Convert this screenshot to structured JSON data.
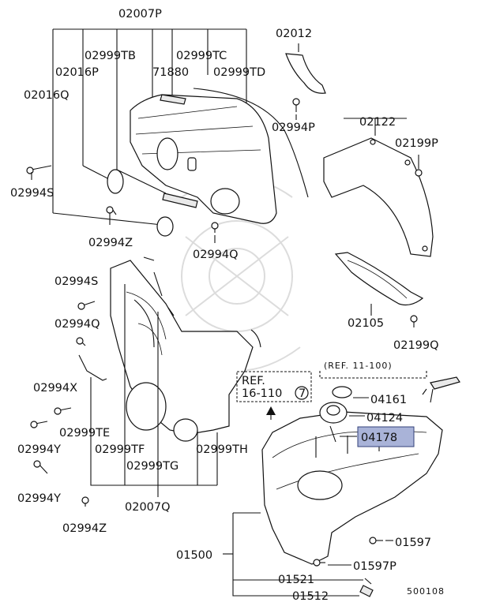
{
  "labels": {
    "p02007P": "02007P",
    "p02999TB": "02999TB",
    "p02999TC": "02999TC",
    "p02016P": "02016P",
    "p71880": "71880",
    "p02999TD": "02999TD",
    "p02016Q": "02016Q",
    "p02994S_top": "02994S",
    "p02994Z_top": "02994Z",
    "p02994Q_top": "02994Q",
    "p02012": "02012",
    "p02994P": "02994P",
    "p02122": "02122",
    "p02199P": "02199P",
    "p02105": "02105",
    "p02199Q": "02199Q",
    "p02994S_mid": "02994S",
    "p02994Q_mid": "02994Q",
    "p02994X": "02994X",
    "p02999TE": "02999TE",
    "p02994Y_a": "02994Y",
    "p02999TF": "02999TF",
    "p02999TG": "02999TG",
    "p02999TH": "02999TH",
    "p02994Y_b": "02994Y",
    "p02007Q": "02007Q",
    "p02994Z_bot": "02994Z",
    "ref1_line1": "REF.",
    "ref1_line2": "16-110",
    "ref1_circle": "7",
    "ref2": "(REF. 11-100)",
    "p04161": "04161",
    "p04124": "04124",
    "p04178": "04178",
    "p01597": "01597",
    "p01500": "01500",
    "p01597P": "01597P",
    "p01521": "01521",
    "p01512": "01512",
    "diagram_number": "500108"
  },
  "colors": {
    "highlight_fill": "#a9b3d8",
    "highlight_stroke": "#33417a",
    "line": "#111111",
    "watermark": "#dcdcdc"
  }
}
